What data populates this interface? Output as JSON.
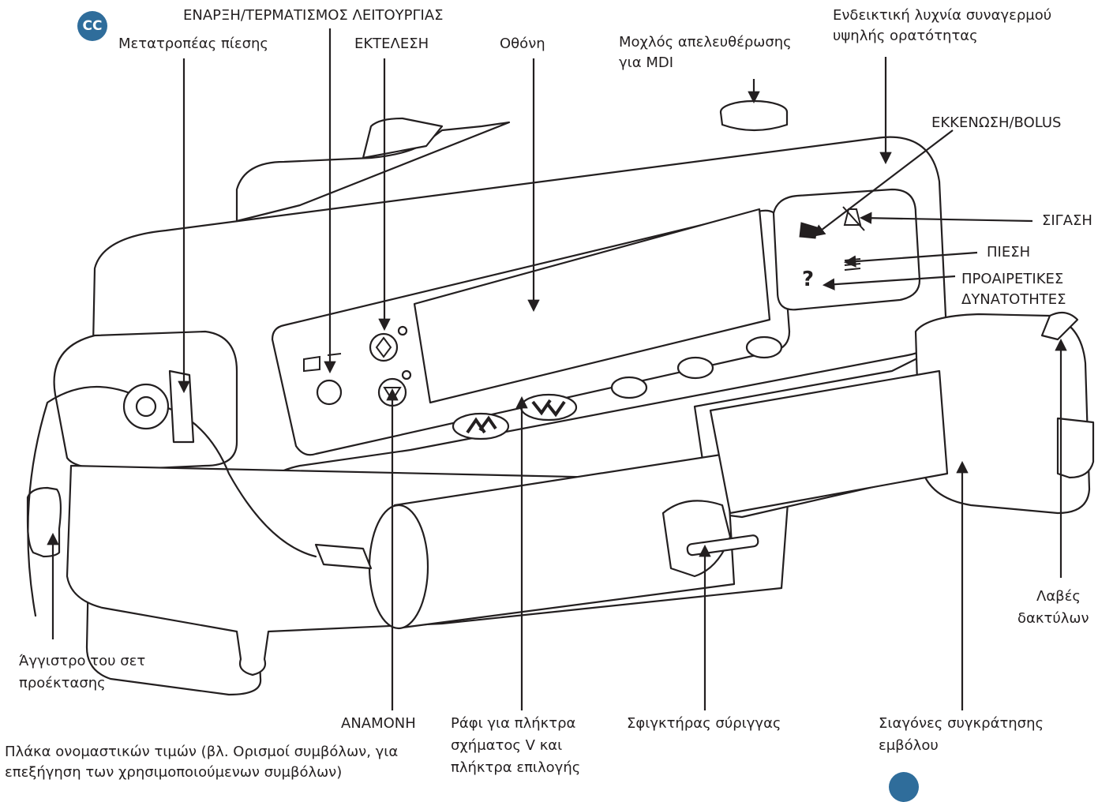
{
  "badges": {
    "cc_top": "CC",
    "cc_bottom": ""
  },
  "labels": {
    "start_stop": "ΕΝΑΡΞΗ/ΤΕΡΜΑΤΙΣΜΟΣ ΛΕΙΤΟΥΡΓΙΑΣ",
    "pressure_transducer": "Μετατροπέας πίεσης",
    "run": "ΕΚΤΕΛΕΣΗ",
    "display": "Οθόνη",
    "mdi_release_1": "Μοχλός απελευθέρωσης",
    "mdi_release_2": "για MDI",
    "alarm_light_1": "Ενδεικτική λυχνία συναγερμού",
    "alarm_light_2": "υψηλής ορατότητας",
    "purge_bolus": "ΕΚΚΕΝΩΣΗ/BOLUS",
    "silence": "ΣΙΓΑΣΗ",
    "pressure": "ΠΙΕΣΗ",
    "options_1": "ΠΡΟΑΙΡΕΤΙΚΕΣ",
    "options_2": "ΔΥΝΑΤΟΤΗΤΕΣ",
    "finger_grips_1": "Λαβές",
    "finger_grips_2": "δακτύλων",
    "hook_1": "Άγγιστρο του σετ",
    "hook_2": "προέκτασης",
    "standby": "ΑΝΑΜΟΝΗ",
    "vkeys_1": "Ράφι για πλήκτρα",
    "vkeys_2": "σχήματος V και",
    "vkeys_3": "πλήκτρα επιλογής",
    "syringe_clamp": "Σφιγκτήρας σύριγγας",
    "plunger_jaws_1": "Σιαγόνες συγκράτησης",
    "plunger_jaws_2": "εμβόλου",
    "rating_plate_1": "Πλάκα ονομαστικών τιμών (βλ. Ορισμοί συμβόλων, για",
    "rating_plate_2": "επεξήγηση των χρησιμοποιούμενων συμβόλων)"
  },
  "device_panel": {
    "help_key": "?"
  }
}
